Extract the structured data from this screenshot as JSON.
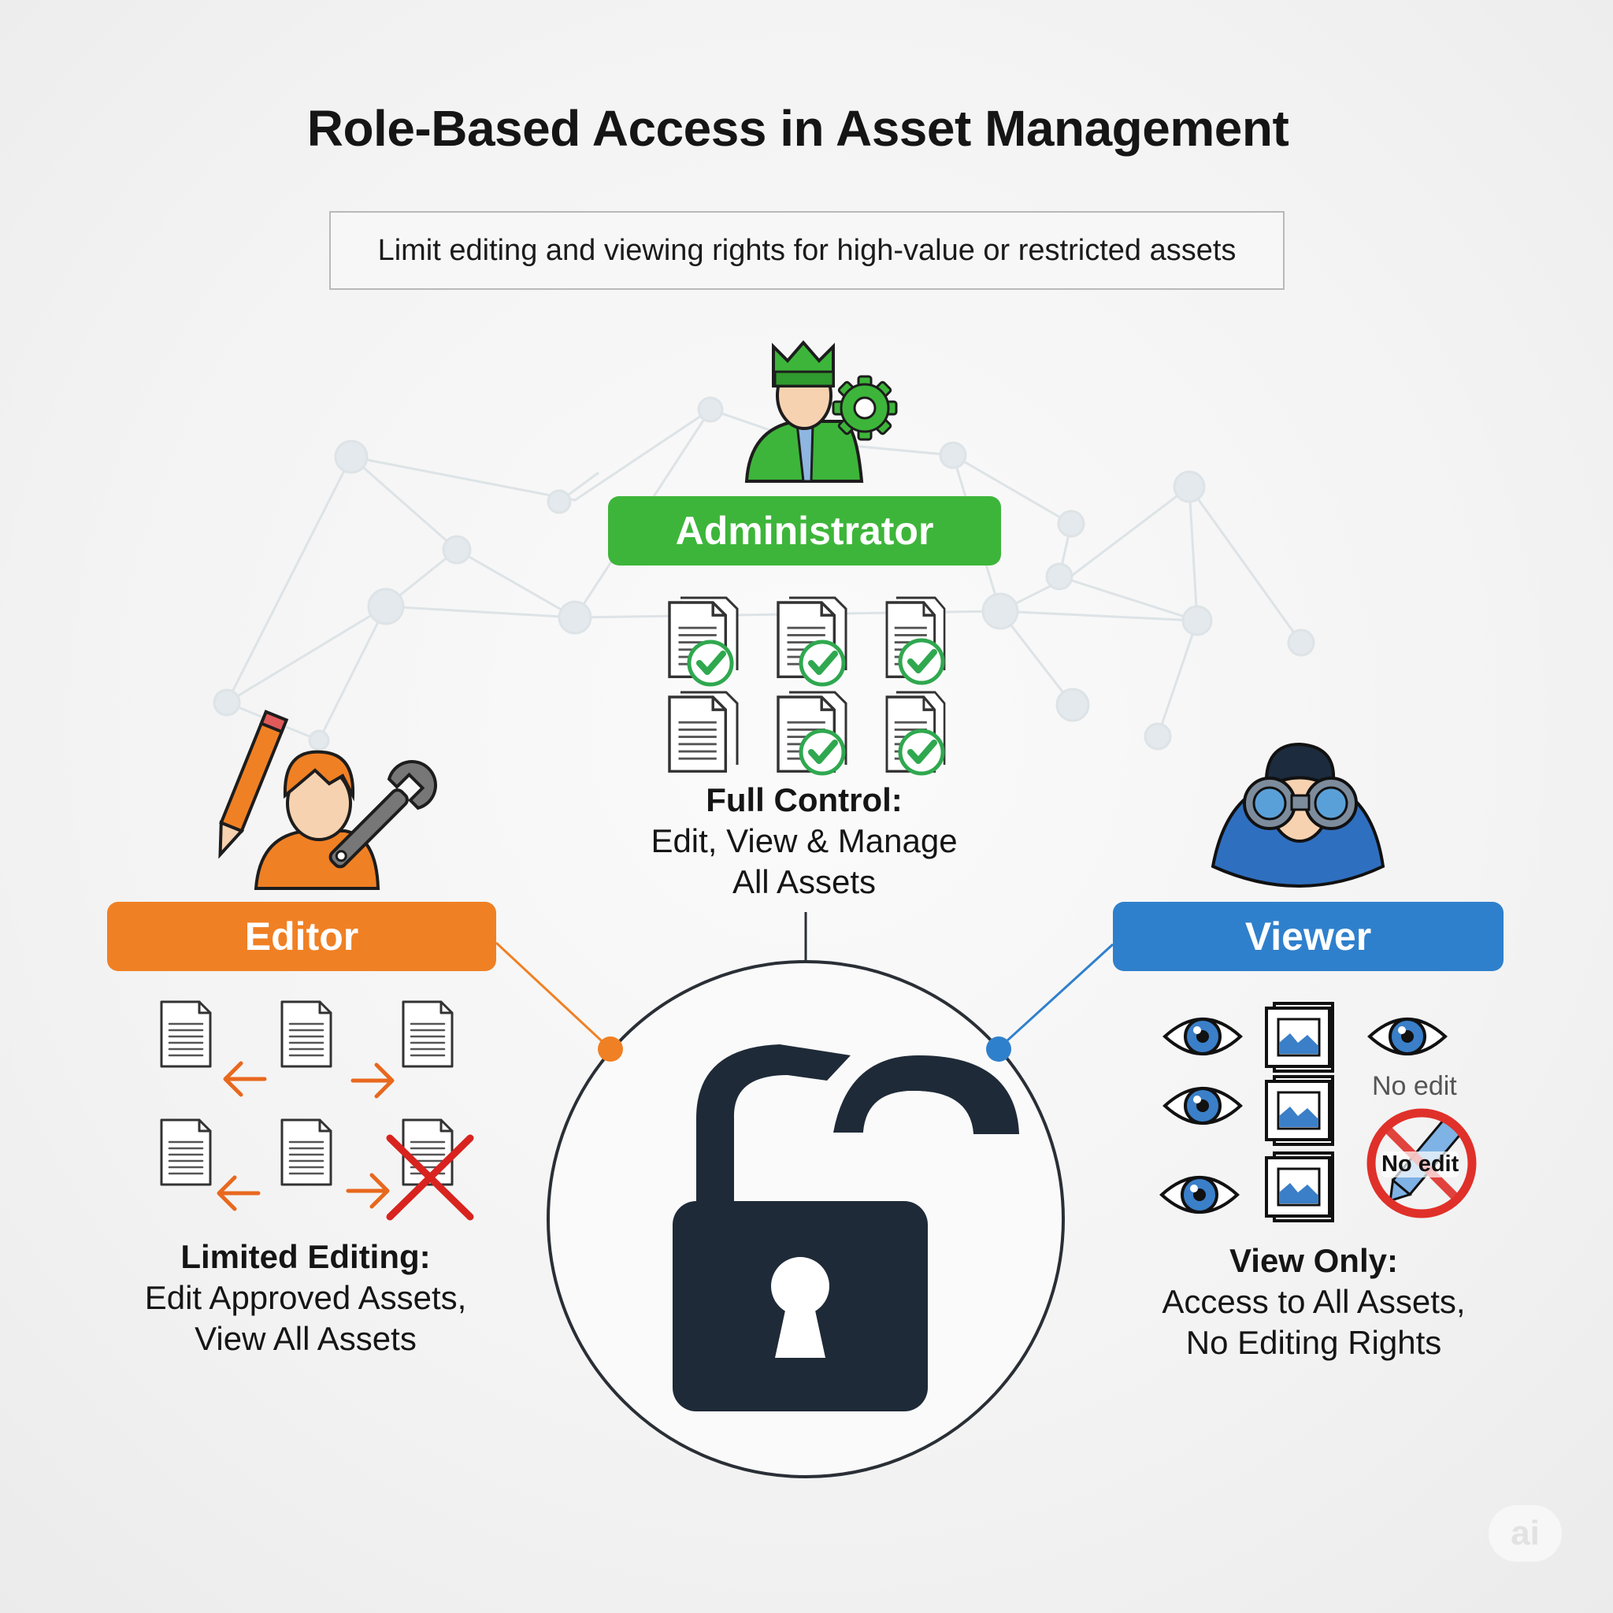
{
  "header": {
    "title": "Role-Based Access in Asset Management",
    "subtitle": "Limit editing and viewing rights for high-value or restricted assets"
  },
  "roles": {
    "administrator": {
      "label": "Administrator",
      "heading": "Full Control:",
      "line1": "Edit, View & Manage",
      "line2": "All Assets",
      "color": "#3db53a"
    },
    "editor": {
      "label": "Editor",
      "heading": "Limited Editing:",
      "line1": "Edit Approved Assets,",
      "line2": "View All Assets",
      "color": "#f08024"
    },
    "viewer": {
      "label": "Viewer",
      "heading": "View Only:",
      "line1": "Access to All Assets,",
      "line2": "No Editing Rights",
      "no_edit_caption": "No edit",
      "no_edit_badge": "No edit",
      "color": "#2f80cc"
    }
  },
  "center": {
    "icon": "unlocked-padlock-icon",
    "color": "#1f2a38"
  },
  "watermark": "ai"
}
